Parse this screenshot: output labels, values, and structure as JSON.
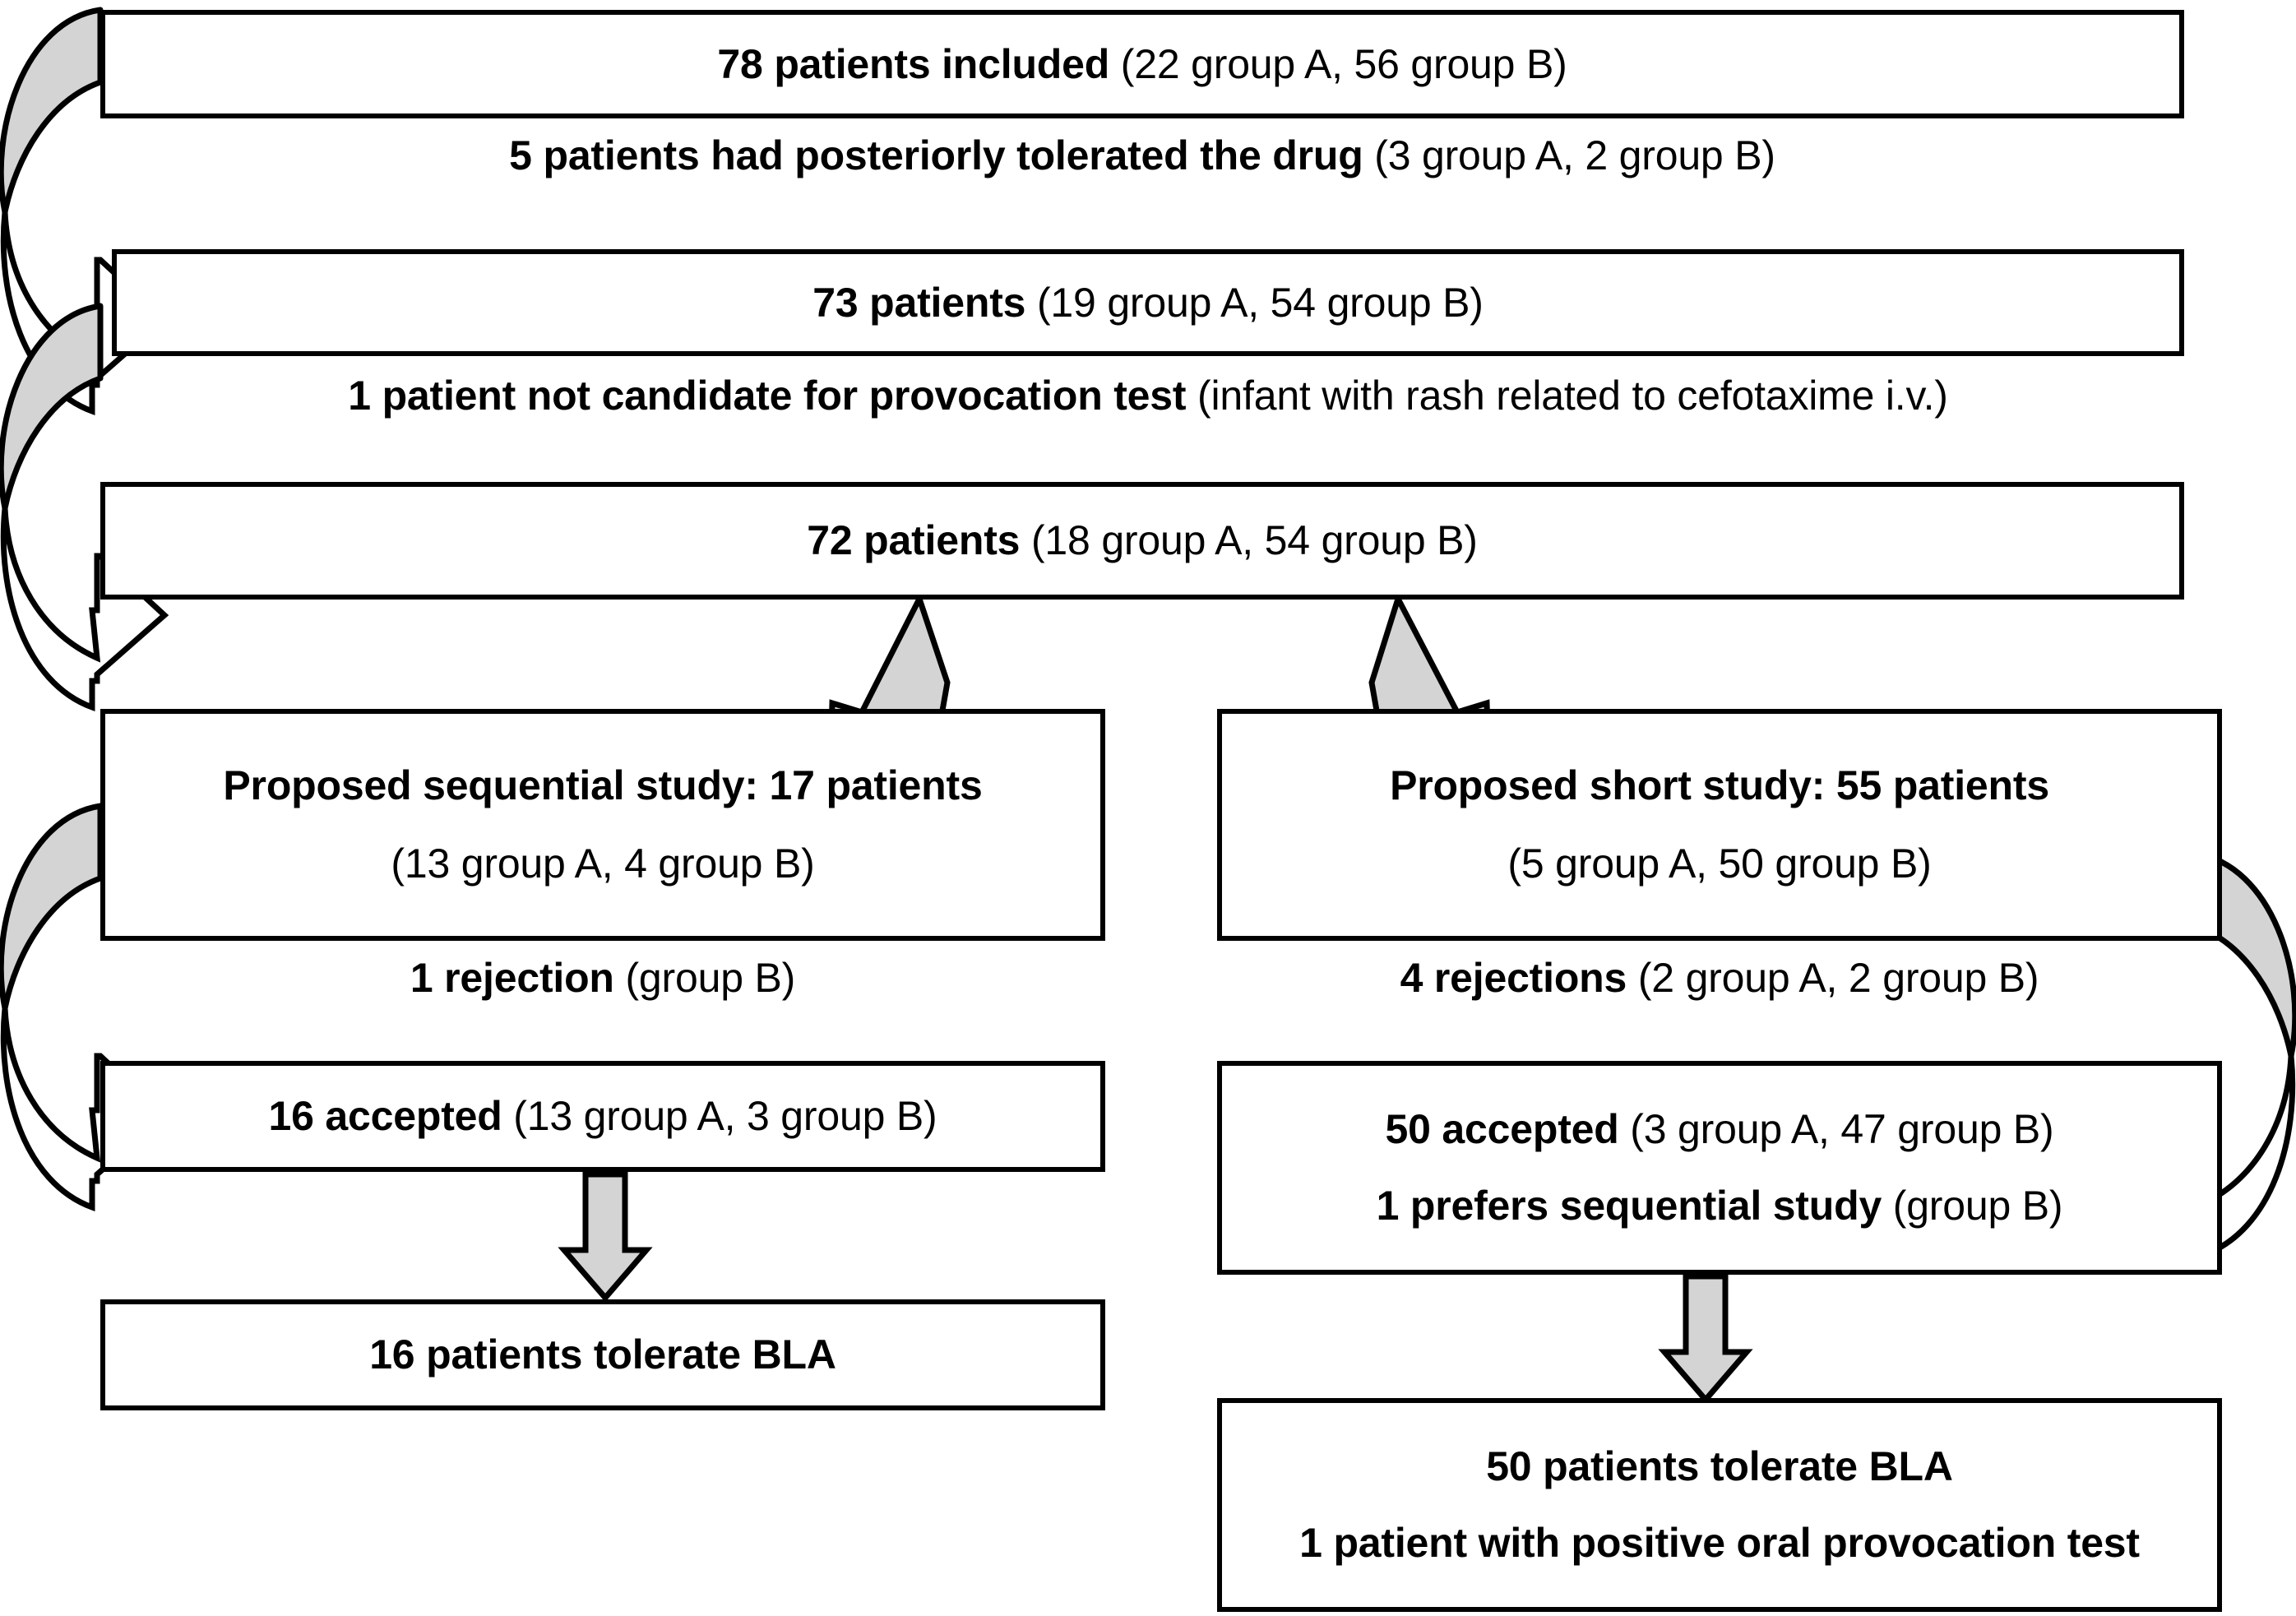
{
  "diagram": {
    "title": "Patient flow diagram for beta-lactam antibiotic provocation study",
    "nodes": {
      "included": {
        "bold": "78 patients included",
        "regular": " (22 group A, 56 group B)"
      },
      "posteriorly_tolerated": {
        "bold": "5 patients had posteriorly tolerated the drug",
        "regular": " (3 group A, 2 group B)"
      },
      "patients_73": {
        "bold": "73 patients",
        "regular": " (19 group A, 54 group B)"
      },
      "not_candidate": {
        "bold": "1 patient not candidate for provocation test",
        "regular": " (infant with rash related to cefotaxime i.v.)"
      },
      "patients_72": {
        "bold": "72 patients",
        "regular": " (18 group A, 54 group B)"
      },
      "sequential_study": {
        "bold": "Proposed sequential study: 17 patients",
        "regular": "(13 group A, 4 group B)"
      },
      "short_study": {
        "bold": "Proposed short study: 55 patients",
        "regular": "(5 group A, 50 group B)"
      },
      "rejection_left": {
        "bold": "1 rejection",
        "regular": " (group B)"
      },
      "rejection_right": {
        "bold": "4 rejections",
        "regular": " (2 group A, 2 group B)"
      },
      "accepted_left": {
        "bold": "16 accepted",
        "regular": " (13 group A, 3 group B)"
      },
      "accepted_right": {
        "bold": "50 accepted",
        "regular": " (3 group A, 47 group B)"
      },
      "prefers_sequential": {
        "bold": "1 prefers sequential study",
        "regular": " (group B)"
      },
      "tolerate_left": {
        "bold": "16 patients tolerate BLA",
        "regular": ""
      },
      "tolerate_right": {
        "bold": "50 patients tolerate BLA",
        "regular": ""
      },
      "positive_oral": {
        "bold": "1 patient with positive oral provocation test",
        "regular": ""
      }
    },
    "colors": {
      "arrow_fill": "#d4d4d4",
      "arrow_stroke": "#000000",
      "box_border": "#000000",
      "background": "#ffffff",
      "text": "#000000"
    },
    "arrows": [
      {
        "name": "curved-included-to-73",
        "style": "curved-s",
        "fill": "grey-white"
      },
      {
        "name": "curved-73-to-72",
        "style": "curved-s",
        "fill": "grey-white"
      },
      {
        "name": "branch-left-to-sequential",
        "style": "diagonal",
        "fill": "grey"
      },
      {
        "name": "branch-right-to-short",
        "style": "diagonal",
        "fill": "grey"
      },
      {
        "name": "curved-sequential-to-accepted",
        "style": "curved-s",
        "fill": "grey-white"
      },
      {
        "name": "curved-short-to-accepted",
        "style": "curved-s-mirrored",
        "fill": "grey-white"
      },
      {
        "name": "down-accepted-left-to-tolerate",
        "style": "vertical",
        "fill": "grey"
      },
      {
        "name": "down-accepted-right-to-tolerate",
        "style": "vertical",
        "fill": "grey"
      }
    ]
  }
}
